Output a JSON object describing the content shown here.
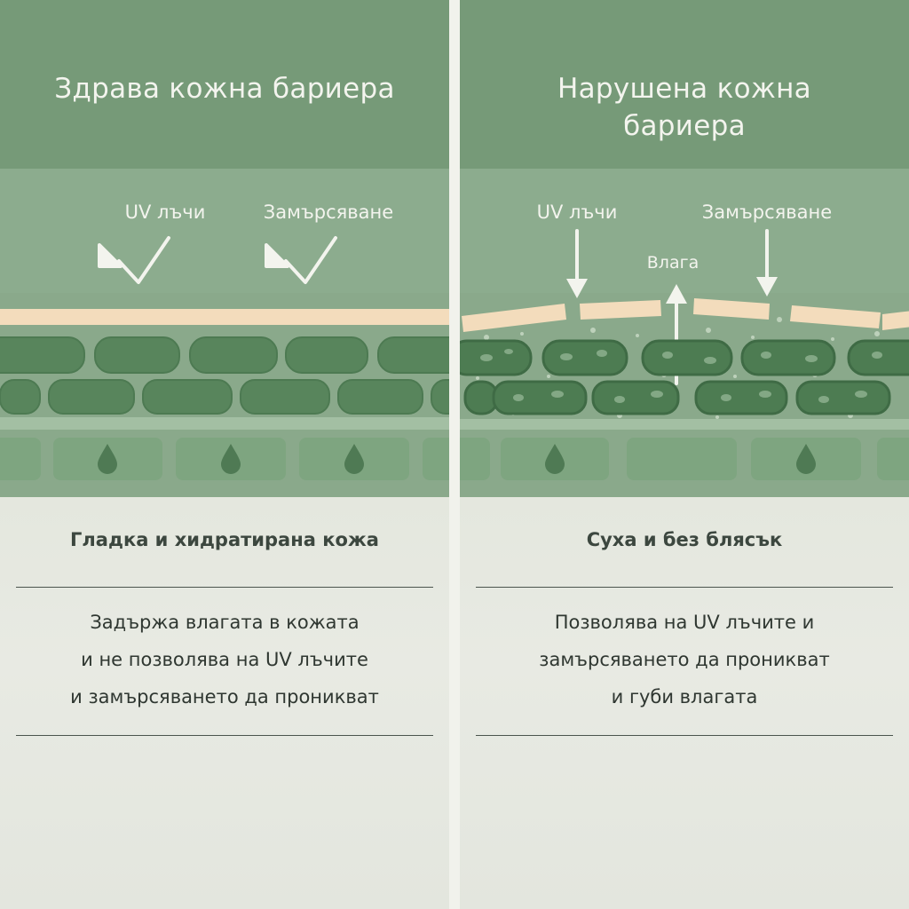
{
  "left": {
    "title": "Здрава кожна бариера",
    "labels": {
      "uv": "UV лъчи",
      "pollution": "Замърсяване"
    },
    "condition": "Гладка и хидратирана кожа",
    "description": [
      "Задържа влагата в кожата",
      "и не позволява на UV лъчите",
      "и замърсяването да проникват"
    ]
  },
  "right": {
    "title_lines": [
      "Нарушена кожна",
      "бариера"
    ],
    "labels": {
      "uv": "UV лъчи",
      "pollution": "Замърсяване",
      "moisture": "Влага"
    },
    "condition": "Суха и без блясък",
    "description": [
      "Позволява на UV лъчите и",
      "замърсяването да проникват",
      "и губи влагата"
    ]
  },
  "colors": {
    "header_green": "#769a78",
    "skin_green": "#8aa98b",
    "cell_green": "#58855c",
    "barrier_cream": "#f3dcbc",
    "lower_bg": "#e6e8e1",
    "text_dark": "#3c473f"
  },
  "icons": {
    "deflect": "check-arrow-deflect-icon",
    "penetrate": "down-arrow-icon",
    "escape": "up-arrow-icon",
    "water": "water-drop-icon"
  }
}
